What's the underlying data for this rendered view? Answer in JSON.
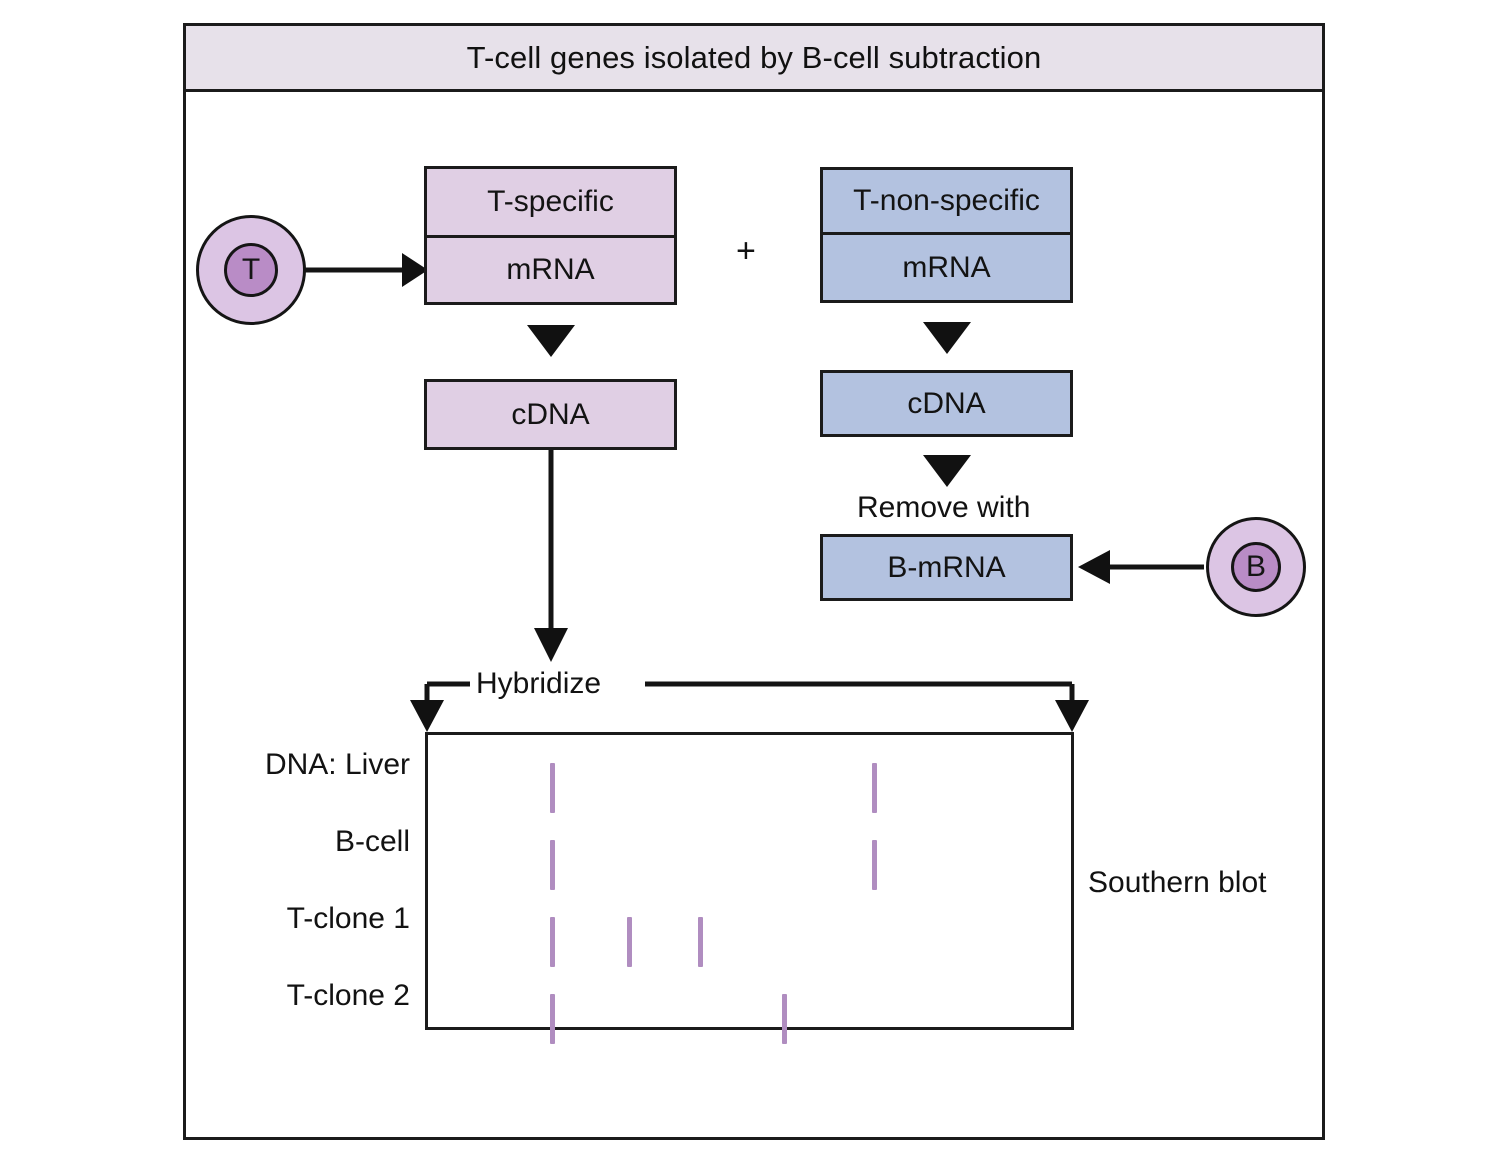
{
  "figure": {
    "title": "T-cell genes isolated by B-cell subtraction",
    "plus_symbol": "+"
  },
  "cells": [
    {
      "name": "t-cell",
      "label": "T"
    },
    {
      "name": "b-cell",
      "label": "B"
    }
  ],
  "left_pathway": {
    "source_label": "T",
    "boxes": [
      {
        "name": "t-specific",
        "label": "T-specific"
      },
      {
        "name": "t-specific-mrna",
        "label": "mRNA"
      },
      {
        "name": "t-specific-cdna",
        "label": "cDNA"
      }
    ],
    "color": "#e0cfe4"
  },
  "right_pathway": {
    "source_label": "B",
    "boxes": [
      {
        "name": "t-non-specific",
        "label": "T-non-specific"
      },
      {
        "name": "t-non-specific-mrna",
        "label": "mRNA"
      },
      {
        "name": "t-non-specific-cdna",
        "label": "cDNA"
      },
      {
        "name": "b-mrna",
        "label": "B-mRNA"
      }
    ],
    "remove_step_label": "Remove with",
    "color": "#b3c2e0"
  },
  "hybridize": {
    "label": "Hybridize"
  },
  "southern_blot": {
    "caption": "Southern blot",
    "row_labels": [
      "DNA: Liver",
      "B-cell",
      "T-clone 1",
      "T-clone 2"
    ],
    "rows": [
      {
        "name": "DNA: Liver",
        "bands_pct": [
          19,
          69
        ]
      },
      {
        "name": "B-cell",
        "bands_pct": [
          19,
          69
        ]
      },
      {
        "name": "T-clone 1",
        "bands_pct": [
          19,
          31,
          42
        ]
      },
      {
        "name": "T-clone 2",
        "bands_pct": [
          19,
          55
        ]
      }
    ],
    "band_color": "#b08dc0"
  },
  "colors": {
    "pink": "#e0cfe4",
    "blue": "#b3c2e0",
    "cell_outer": "#dcc5e4",
    "cell_nucleus": "#b98cc6",
    "title_bar": "#e7e1ea",
    "stroke": "#1b1b1b"
  }
}
